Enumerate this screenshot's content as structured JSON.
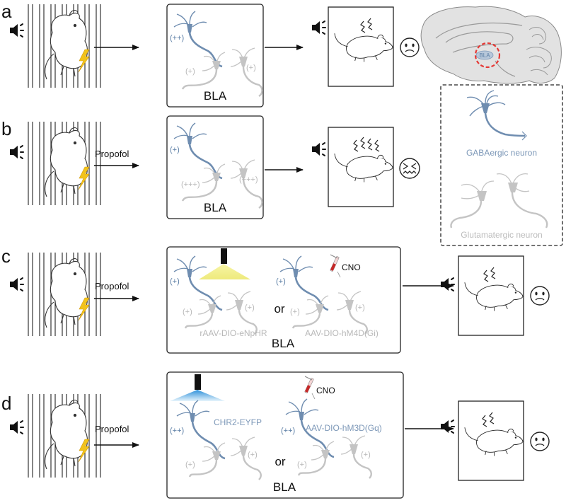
{
  "panels": [
    {
      "letter": "a",
      "arrow_label": "",
      "region": "BLA"
    },
    {
      "letter": "b",
      "arrow_label": "Propofol",
      "region": "BLA"
    },
    {
      "letter": "c",
      "arrow_label": "Propofol",
      "region": "BLA"
    },
    {
      "letter": "d",
      "arrow_label": "Propofol",
      "region": "BLA"
    }
  ],
  "charges": {
    "a": {
      "gaba": "(++)",
      "glut1": "(+)",
      "glut2": "(+)"
    },
    "b": {
      "gaba": "(+)",
      "glut1": "(+++)",
      "glut2": "(+++)"
    },
    "c": {
      "gaba1": "(+)",
      "glut1a": "(+)",
      "glut1b": "(+)",
      "gaba2": "(+)",
      "glut2a": "(+)",
      "glut2b": "(+)"
    },
    "d": {
      "gaba1": "(++)",
      "glut1a": "(+)",
      "glut1b": "(+)",
      "gaba2": "(++)",
      "glut2a": "(+)",
      "glut2b": "(+)"
    }
  },
  "panel_c": {
    "virus_left": "rAAV-DIO-eNpHR",
    "virus_right": "AAV-DIO-hM4D(Gi)",
    "or_word": "or",
    "drug": "CNO"
  },
  "panel_d": {
    "virus_left": "CHR2-EYFP",
    "virus_right": "AAV-DIO-hM3D(Gq)",
    "or_word": "or",
    "drug": "CNO"
  },
  "brain": {
    "region_label": "BLA"
  },
  "legend": {
    "gaba": "GABAergic neuron",
    "glut": "Glutamatergic neuron"
  },
  "colors": {
    "gaba": "#6f8db0",
    "glut": "#c4c4c4",
    "emphasis": "#e53935",
    "yellow_light": "#f2f08a",
    "blue_light": "#4aa3e0",
    "ink": "#111111"
  }
}
